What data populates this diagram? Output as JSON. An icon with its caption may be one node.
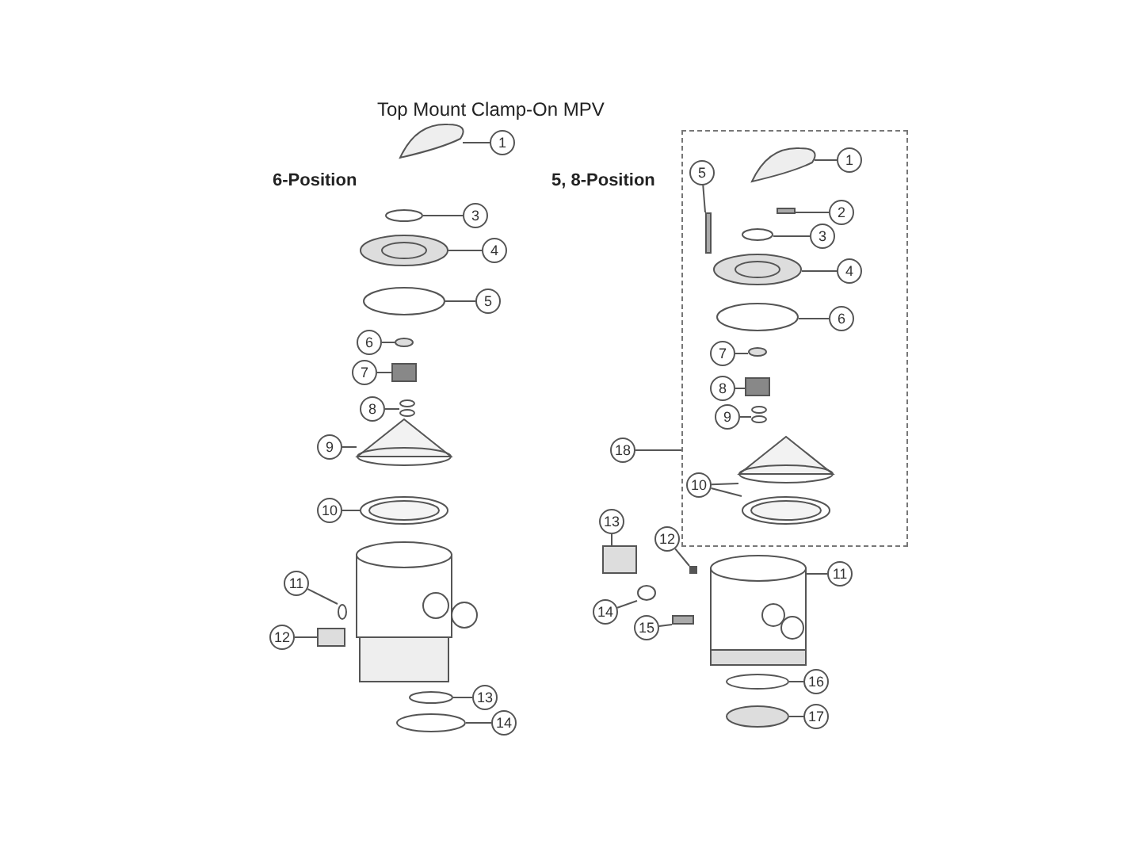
{
  "diagram": {
    "title": "Top Mount Clamp-On MPV",
    "nodes": [
      {
        "text": [
          "1"
        ]
      },
      {
        "text": [
          "3"
        ]
      },
      {
        "text": [
          "4"
        ]
      },
      {
        "text": [
          "5"
        ]
      },
      {
        "text": [
          "6"
        ]
      },
      {
        "text": [
          "7"
        ]
      },
      {
        "text": [
          "8"
        ]
      },
      {
        "text": [
          "9"
        ]
      },
      {
        "text": [
          "10"
        ]
      },
      {
        "text": [
          "11"
        ]
      },
      {
        "text": [
          "12"
        ]
      },
      {
        "text": [
          "13"
        ]
      },
      {
        "text": [
          "14"
        ]
      },
      {
        "text": [],
        "shape": "box"
      },
      {
        "text": [
          "1"
        ],
        "in": 13
      },
      {
        "text": [
          "2"
        ],
        "in": 13
      },
      {
        "text": [
          "3"
        ],
        "in": 13
      },
      {
        "text": [
          "4"
        ],
        "in": 13
      },
      {
        "text": [
          "5"
        ],
        "in": 13
      },
      {
        "text": [
          "6"
        ],
        "in": 13
      },
      {
        "text": [
          "7"
        ],
        "in": 13
      },
      {
        "text": [
          "8"
        ],
        "in": 13
      },
      {
        "text": [
          "9"
        ],
        "in": 13
      },
      {
        "text": [
          "10"
        ],
        "in": 13
      },
      {
        "text": [
          "18"
        ]
      },
      {
        "text": [
          "11"
        ]
      },
      {
        "text": [
          "12"
        ]
      },
      {
        "text": [
          "13"
        ]
      },
      {
        "text": [
          "14"
        ]
      },
      {
        "text": [
          "15"
        ]
      },
      {
        "text": [
          "16"
        ]
      },
      {
        "text": [
          "17"
        ]
      },
      {
        "text": [],
        "shape": "picture"
      },
      {
        "text": [],
        "shape": "circle"
      },
      {
        "text": [],
        "shape": "picture"
      },
      {
        "text": [],
        "shape": "circle"
      },
      {
        "text": [],
        "shape": "circle"
      },
      {
        "text": [],
        "shape": "box"
      },
      {
        "text": [],
        "shape": "picture"
      },
      {
        "text": [],
        "shape": "picture"
      },
      {
        "text": [],
        "shape": "picture"
      },
      {
        "text": [],
        "shape": "circle"
      },
      {
        "text": [],
        "shape": "box"
      },
      {
        "text": [],
        "shape": "circle"
      },
      {
        "text": [],
        "shape": "circle"
      },
      {
        "text": [],
        "shape": "picture",
        "in": 13
      },
      {
        "text": [],
        "shape": "box",
        "in": 13
      },
      {
        "text": [],
        "shape": "circle",
        "in": 13
      },
      {
        "text": [],
        "shape": "picture",
        "in": 13
      },
      {
        "text": [],
        "shape": "box",
        "in": 13
      },
      {
        "text": [],
        "shape": "circle",
        "in": 13
      },
      {
        "text": [],
        "shape": "circle",
        "in": 13
      },
      {
        "text": [],
        "shape": "box",
        "in": 13
      },
      {
        "text": [],
        "shape": "picture",
        "in": 13
      },
      {
        "text": [],
        "shape": "picture",
        "in": 13
      },
      {
        "text": [],
        "shape": "picture",
        "in": 13
      },
      {
        "text": [],
        "shape": "picture"
      },
      {
        "text": [],
        "shape": "box"
      },
      {
        "text": [],
        "shape": "box"
      },
      {
        "text": [],
        "shape": "circle"
      },
      {
        "text": [],
        "shape": "box"
      },
      {
        "text": [],
        "shape": "circle"
      },
      {
        "text": [],
        "shape": "circle"
      }
    ],
    "edges": [
      {
        "from": 0,
        "to": 32,
        "arrow": "none"
      },
      {
        "from": 1,
        "to": 33,
        "arrow": "none"
      },
      {
        "from": 2,
        "to": 34,
        "arrow": "none"
      },
      {
        "from": 3,
        "to": 35,
        "arrow": "none"
      },
      {
        "from": 4,
        "to": 36,
        "arrow": "none"
      },
      {
        "from": 5,
        "to": 37,
        "arrow": "none"
      },
      {
        "from": 6,
        "to": 38,
        "arrow": "none"
      },
      {
        "from": 7,
        "to": 39,
        "arrow": "none"
      },
      {
        "from": 8,
        "to": 40,
        "arrow": "none"
      },
      {
        "from": 9,
        "to": 41,
        "arrow": "none"
      },
      {
        "from": 10,
        "to": 42,
        "arrow": "none"
      },
      {
        "from": 11,
        "to": 43,
        "arrow": "none"
      },
      {
        "from": 12,
        "to": 44,
        "arrow": "none"
      },
      {
        "from": 14,
        "to": 45,
        "arrow": "none"
      },
      {
        "from": 15,
        "to": 46,
        "arrow": "none"
      },
      {
        "from": 16,
        "to": 47,
        "arrow": "none"
      },
      {
        "from": 17,
        "to": 48,
        "arrow": "none"
      },
      {
        "from": 18,
        "to": 49,
        "arrow": "none"
      },
      {
        "from": 19,
        "to": 50,
        "arrow": "none"
      },
      {
        "from": 20,
        "to": 51,
        "arrow": "none"
      },
      {
        "from": 21,
        "to": 52,
        "arrow": "none"
      },
      {
        "from": 22,
        "to": 53,
        "arrow": "none"
      },
      {
        "from": 23,
        "to": 54,
        "arrow": "none"
      },
      {
        "from": 23,
        "to": 55,
        "arrow": "none"
      },
      {
        "from": 24,
        "to": 13,
        "arrow": "none"
      },
      {
        "from": 25,
        "to": 56,
        "arrow": "none"
      },
      {
        "from": 26,
        "to": 57,
        "arrow": "none"
      },
      {
        "from": 27,
        "to": 58,
        "arrow": "none"
      },
      {
        "from": 28,
        "to": 59,
        "arrow": "none"
      },
      {
        "from": 29,
        "to": 60,
        "arrow": "none"
      },
      {
        "from": 30,
        "to": 61,
        "arrow": "none"
      },
      {
        "from": 31,
        "to": 62,
        "arrow": "none"
      }
    ],
    "labels": [
      "6-Position",
      "5, 8-Position"
    ]
  }
}
